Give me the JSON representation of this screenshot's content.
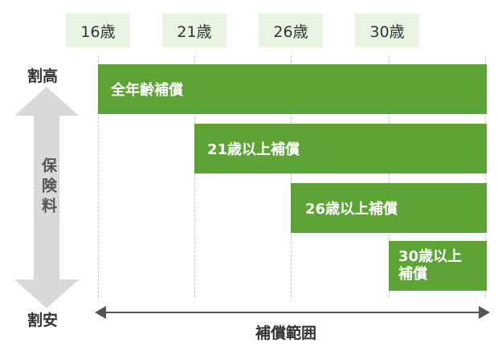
{
  "age_labels": [
    "16歳",
    "21歳",
    "26歳",
    "30歳"
  ],
  "bars": [
    {
      "label": "全年齢補償"
    },
    {
      "label": "21歳以上補償"
    },
    {
      "label": "26歳以上補償"
    },
    {
      "label": "30歳以上\n補償"
    }
  ],
  "premium": {
    "high": "割高",
    "axis": "保険料",
    "low": "割安"
  },
  "coverage_axis": "補償範囲",
  "colors": {
    "bar": "#5ea336",
    "age_label_bg": "#e9f5e2",
    "arrow": "#d9d9d9"
  }
}
